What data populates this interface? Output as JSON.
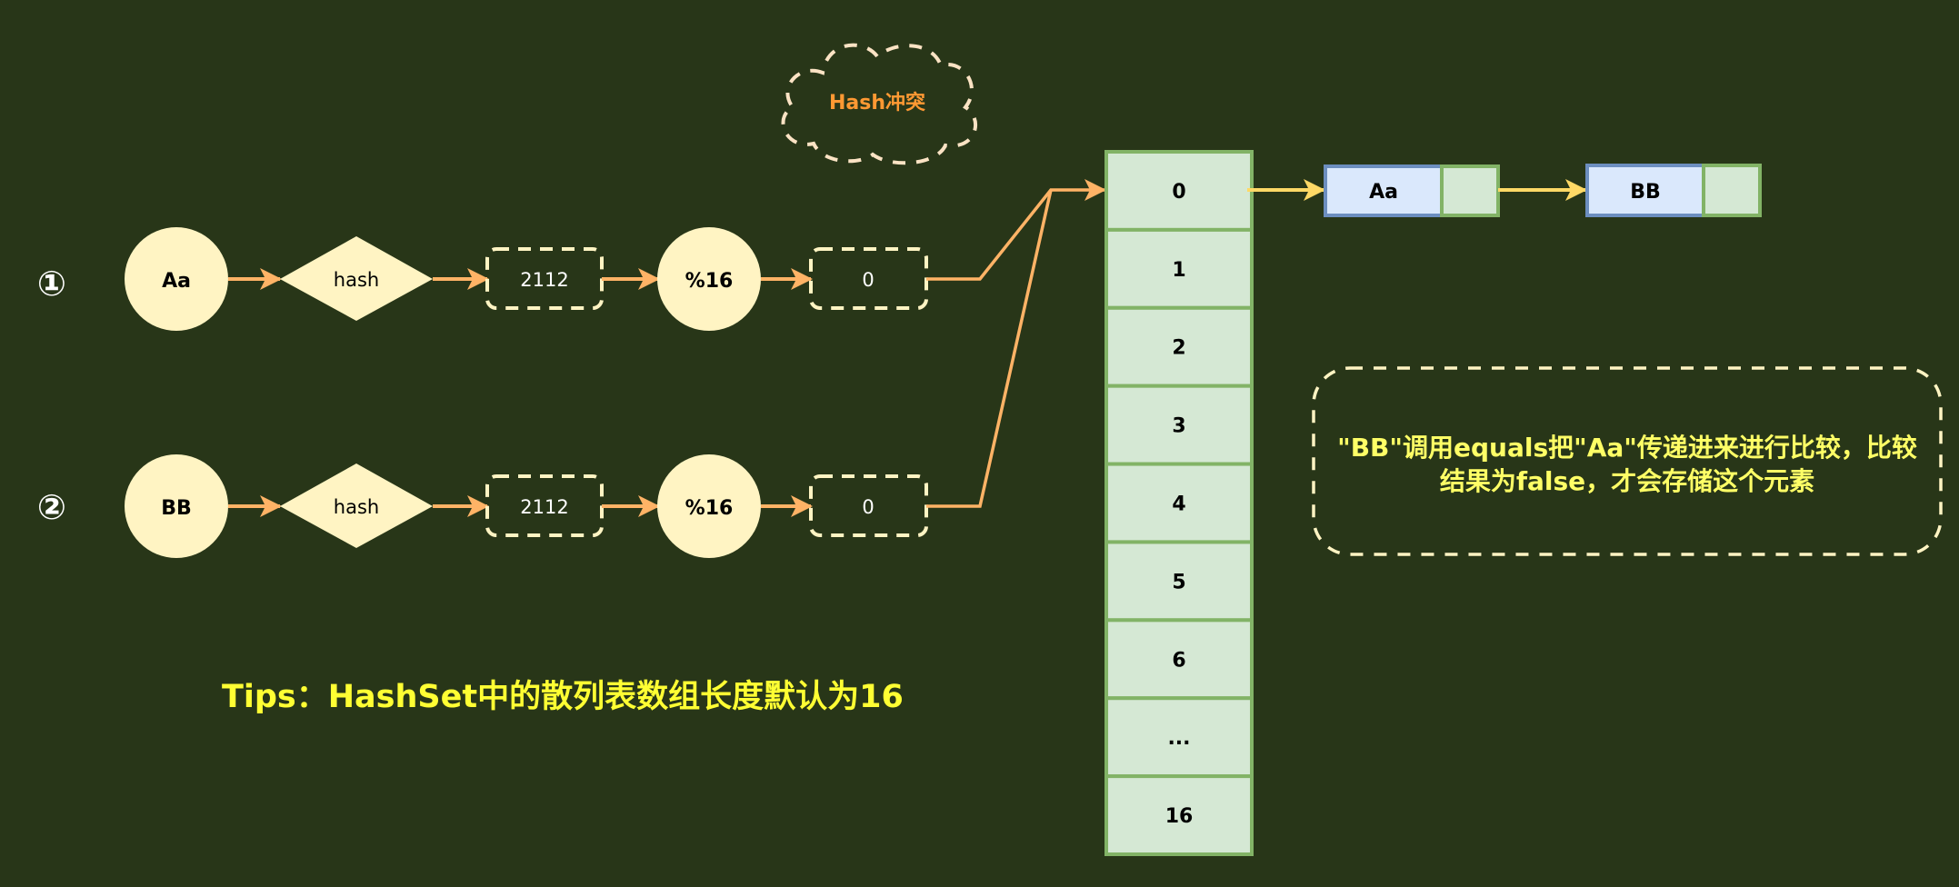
{
  "colors": {
    "background": "#283618",
    "node_fill": "#fff4c3",
    "dashed_stroke": "#fff4c3",
    "flow_arrow": "#ffb366",
    "chain_arrow": "#ffd966",
    "array_fill": "#d5e8d4",
    "array_stroke": "#82b366",
    "entry_fill": "#dae8fc",
    "entry_stroke": "#6c8ebf",
    "cloud_text": "#ff9933",
    "note_text": "#ffff66",
    "tips_text": "#ffff33"
  },
  "rows": [
    {
      "marker": "①",
      "key": "Aa",
      "hash_label": "hash",
      "hash_value": "2112",
      "mod_label": "%16",
      "index": "0"
    },
    {
      "marker": "②",
      "key": "BB",
      "hash_label": "hash",
      "hash_value": "2112",
      "mod_label": "%16",
      "index": "0"
    }
  ],
  "collision_cloud": {
    "label": "Hash冲突"
  },
  "array": {
    "cells": [
      "0",
      "1",
      "2",
      "3",
      "4",
      "5",
      "6",
      "...",
      "16"
    ]
  },
  "bucket_chain": [
    {
      "value": "Aa"
    },
    {
      "value": "BB"
    }
  ],
  "note": {
    "line1": "\"BB\"调用equals把\"Aa\"传递进来进行比较，比较",
    "line2": "结果为false，才会存储这个元素"
  },
  "tips": {
    "text": "Tips：HashSet中的散列表数组长度默认为16"
  }
}
